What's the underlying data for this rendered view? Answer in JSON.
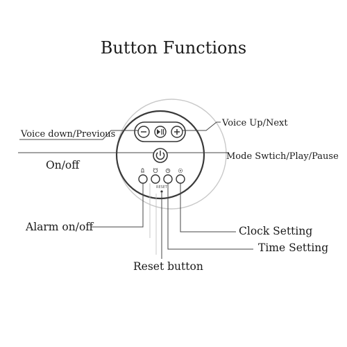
{
  "diagram": {
    "title": "Button Functions",
    "labels": {
      "voice_down": "Voice down/Previous",
      "voice_up": "Voice Up/Next",
      "on_off": "On/off",
      "mode": "Mode Swtich/Play/Pause",
      "alarm": "Alarm on/off",
      "clock": "Clock Setting",
      "time": "Time Setting",
      "reset": "Reset button",
      "reset_mark": "RESET"
    },
    "icons": [
      "minus-icon",
      "play-pause-icon",
      "plus-icon",
      "power-icon",
      "bell-icon",
      "alarm-clock-icon",
      "clock-icon",
      "clock-gear-icon"
    ],
    "colors": {
      "line": "#444444",
      "faint": "#bbbbbb",
      "text": "#1a1a1a"
    }
  }
}
